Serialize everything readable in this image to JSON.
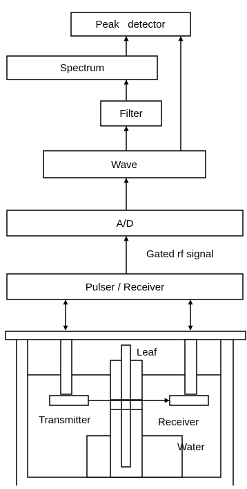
{
  "blocks": {
    "peak_detector": "Peak   detector",
    "spectrum": "Spectrum",
    "filter": "Filter",
    "wave": "Wave",
    "ad": "A/D",
    "pulser_receiver": "Pulser / Receiver"
  },
  "annotations": {
    "gated_signal": "Gated rf signal"
  },
  "tank": {
    "leaf": "Leaf",
    "transmitter": "Transmitter",
    "receiver": "Receiver",
    "water": "Water"
  }
}
